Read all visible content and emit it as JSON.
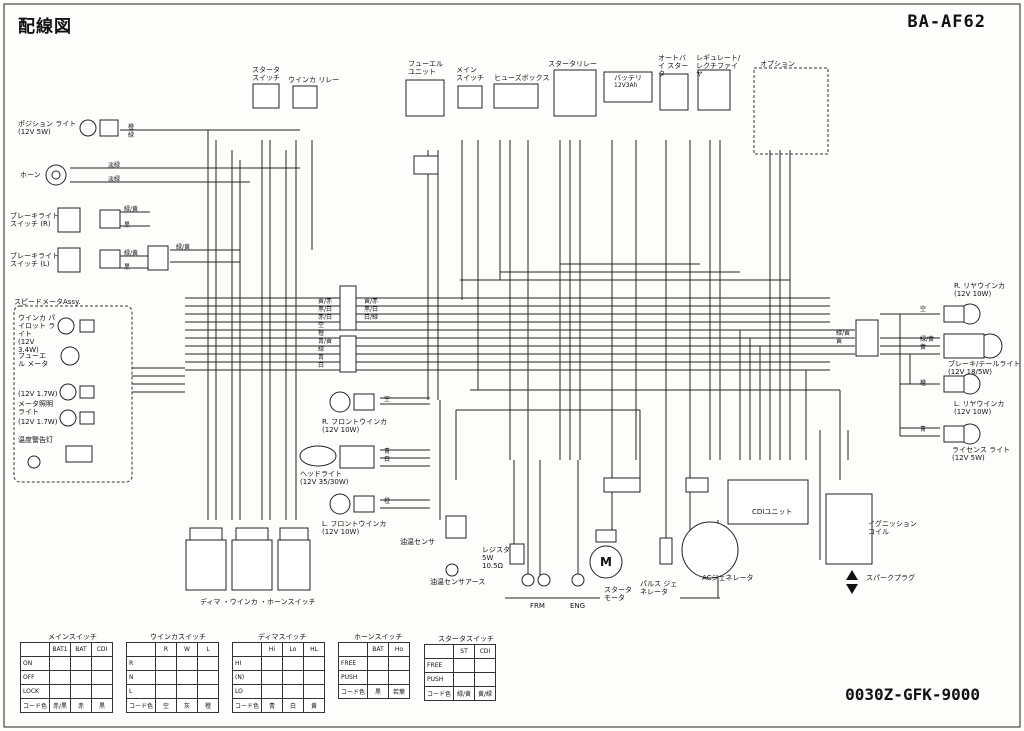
{
  "header": {
    "title": "配線図",
    "model": "BA-AF62",
    "doc_code": "0030Z-GFK-9000"
  },
  "components": {
    "position_light": "ポジション ライト",
    "position_light_spec": "(12V 5W)",
    "horn": "ホーン",
    "brake_switch_r": "ブレーキライト スイッチ (R)",
    "brake_switch_l": "ブレーキライト スイッチ (L)",
    "speedometer": "スピードメータAssy.",
    "winker_pilot": "ウインカ パイロット ライト",
    "winker_pilot_spec": "(12V 3.4W)",
    "fuel_meter": "フューエル メータ",
    "meter_light_spec_1": "(12V 1.7W)",
    "meter_light": "メータ照明 ライト",
    "meter_light_spec_2": "(12V 1.7W)",
    "temp_warning": "温度警告灯",
    "starter_switch": "スタータ スイッチ",
    "winker_relay": "ウインカ リレー",
    "fuel_unit": "フューエル ユニット",
    "main_switch": "メイン スイッチ",
    "fuse_box": "ヒューズボックス",
    "starter_relay": "スタータリレー",
    "battery": "バッテリ",
    "battery_spec": "12V3Ah",
    "auto_bystarter": "オートバイ スタータ",
    "regulator": "レギュレート/ レクチファイヤ",
    "option": "オプション",
    "r_front_winker": "R. フロントウインカ",
    "r_front_winker_spec": "(12V 10W)",
    "headlight": "ヘッドライト",
    "headlight_spec": "(12V 35/30W)",
    "l_front_winker": "L. フロントウインカ",
    "l_front_winker_spec": "(12V 10W)",
    "dimmer_switch_group": "ディマ ・ウインカ ・ホーンスイッチ",
    "oil_temp_sensor": "油温センサ",
    "oil_temp_earth": "油温センサアース",
    "resistor": "レジスタ",
    "resistor_spec_1": "5W",
    "resistor_spec_2": "10.5Ω",
    "frm": "FRM",
    "eng": "ENG",
    "starter_motor": "スタータ モータ",
    "motor_symbol": "M",
    "pulse_generator": "パルス ジェネレータ",
    "ac_generator": "ACジェネレータ",
    "cdi_unit": "CDIユニット",
    "ignition_coil": "イグニッション コイル",
    "spark_plug": "スパークプラグ",
    "r_rear_winker": "R. リヤウインカ",
    "r_rear_winker_spec": "(12V 10W)",
    "brake_tail": "ブレーキ/テールライト",
    "brake_tail_spec": "(12V 18/5W)",
    "l_rear_winker": "L. リヤウインカ",
    "l_rear_winker_spec": "(12V 10W)",
    "license_light": "ライセンス ライト",
    "license_light_spec": "(12V 5W)"
  },
  "wire_labels": {
    "g_y": "緑/黄",
    "green": "緑",
    "lg": "淡緑",
    "yellow": "黄",
    "black": "黒",
    "orange": "橙",
    "blue": "青",
    "lb": "空",
    "white": "白",
    "y_r": "黄/赤",
    "bk_w": "黒/白",
    "r_w": "赤/白",
    "bl_y": "青/黄",
    "w_w": "白/緑"
  },
  "tables": [
    {
      "title": "メインスイッチ",
      "columns": [
        "",
        "BAT1",
        "BAT",
        "CDI"
      ],
      "rows": [
        [
          "ON",
          "",
          "",
          ""
        ],
        [
          "OFF",
          "",
          "",
          ""
        ],
        [
          "LOCK",
          "",
          "",
          ""
        ],
        [
          "コード色",
          "赤/黒",
          "赤",
          "黒"
        ]
      ]
    },
    {
      "title": "ウインカスイッチ",
      "columns": [
        "",
        "R",
        "W",
        "L"
      ],
      "rows": [
        [
          "R",
          "",
          "",
          ""
        ],
        [
          "N",
          "",
          "",
          ""
        ],
        [
          "L",
          "",
          "",
          ""
        ],
        [
          "コード色",
          "空",
          "灰",
          "橙"
        ]
      ]
    },
    {
      "title": "ディマスイッチ",
      "columns": [
        "",
        "Hi",
        "Lo",
        "HL"
      ],
      "rows": [
        [
          "HI",
          "",
          "",
          ""
        ],
        [
          "(N)",
          "",
          "",
          ""
        ],
        [
          "LO",
          "",
          "",
          ""
        ],
        [
          "コード色",
          "青",
          "白",
          "黄"
        ]
      ]
    },
    {
      "title": "ホーンスイッチ",
      "columns": [
        "",
        "BAT",
        "Ho"
      ],
      "rows": [
        [
          "FREE",
          "",
          ""
        ],
        [
          "PUSH",
          "",
          ""
        ],
        [
          "コード色",
          "黒",
          "若葉"
        ]
      ]
    },
    {
      "title": "スタータスイッチ",
      "columns": [
        "",
        "ST",
        "CDI"
      ],
      "rows": [
        [
          "FREE",
          "",
          ""
        ],
        [
          "PUSH",
          "",
          ""
        ],
        [
          "コード色",
          "緑/黄",
          "黄/緑"
        ]
      ]
    }
  ]
}
